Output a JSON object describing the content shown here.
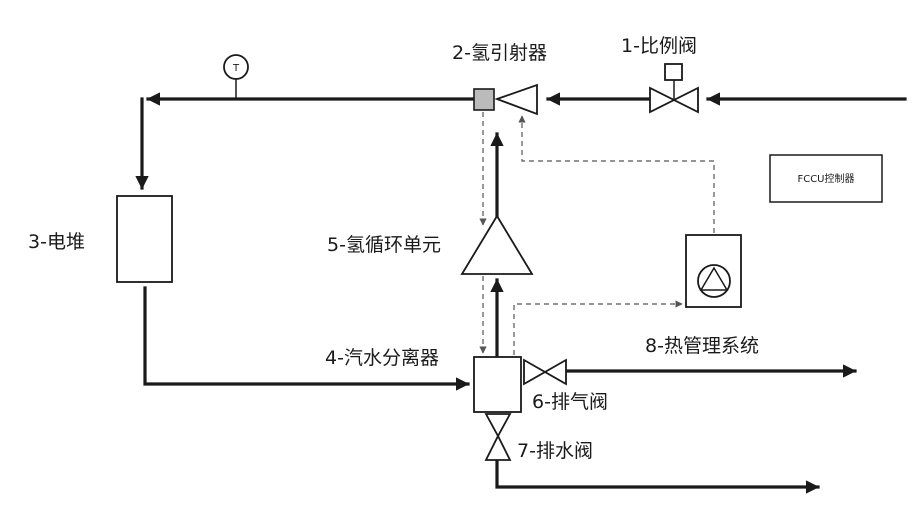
{
  "labels": {
    "proportional_valve": "1-比例阀",
    "hydrogen_ejector": "2-氢引射器",
    "stack": "3-电堆",
    "separator": "4-汽水分离器",
    "recirculation": "5-氢循环单元",
    "purge_valve": "6-排气阀",
    "drain_valve": "7-排水阀",
    "thermal": "8-热管理系统",
    "controller": "FCCU控制器",
    "temp_sensor": "T"
  },
  "colors": {
    "line": "#1a1a1a",
    "dashed": "#555555",
    "ejector_fill": "#bbbbbb"
  },
  "icons": {
    "temp_sensor": "thermometer-gauge-icon",
    "pump": "pump-triangle-icon"
  }
}
